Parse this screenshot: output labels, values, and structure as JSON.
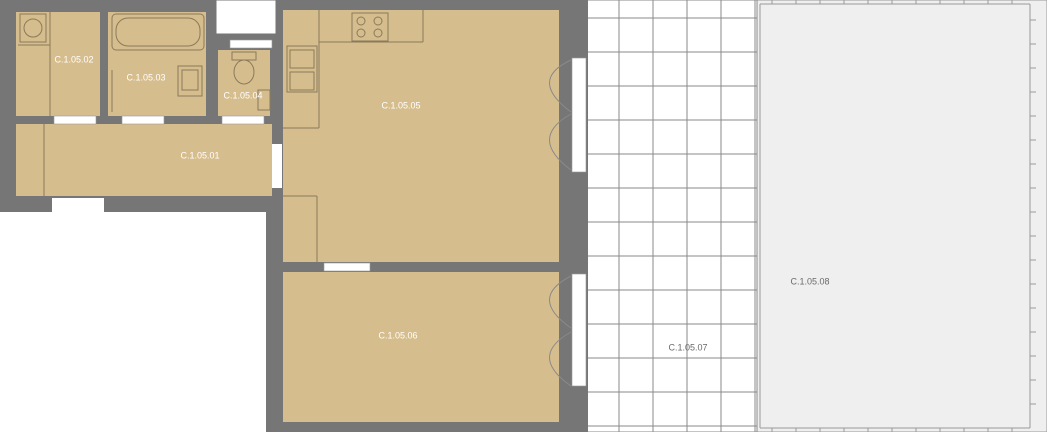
{
  "plan": {
    "rooms": [
      {
        "id": "C.1.05.01",
        "label": "C.1.05.01"
      },
      {
        "id": "C.1.05.02",
        "label": "C.1.05.02"
      },
      {
        "id": "C.1.05.03",
        "label": "C.1.05.03"
      },
      {
        "id": "C.1.05.04",
        "label": "C.1.05.04"
      },
      {
        "id": "C.1.05.05",
        "label": "C.1.05.05"
      },
      {
        "id": "C.1.05.06",
        "label": "C.1.05.06"
      },
      {
        "id": "C.1.05.07",
        "label": "C.1.05.07"
      },
      {
        "id": "C.1.05.08",
        "label": "C.1.05.08"
      }
    ],
    "colors": {
      "floor": "#d6bd8d",
      "wall": "#767676",
      "terrace_grid": "#cfcfcf",
      "garden": "#efefef"
    }
  }
}
